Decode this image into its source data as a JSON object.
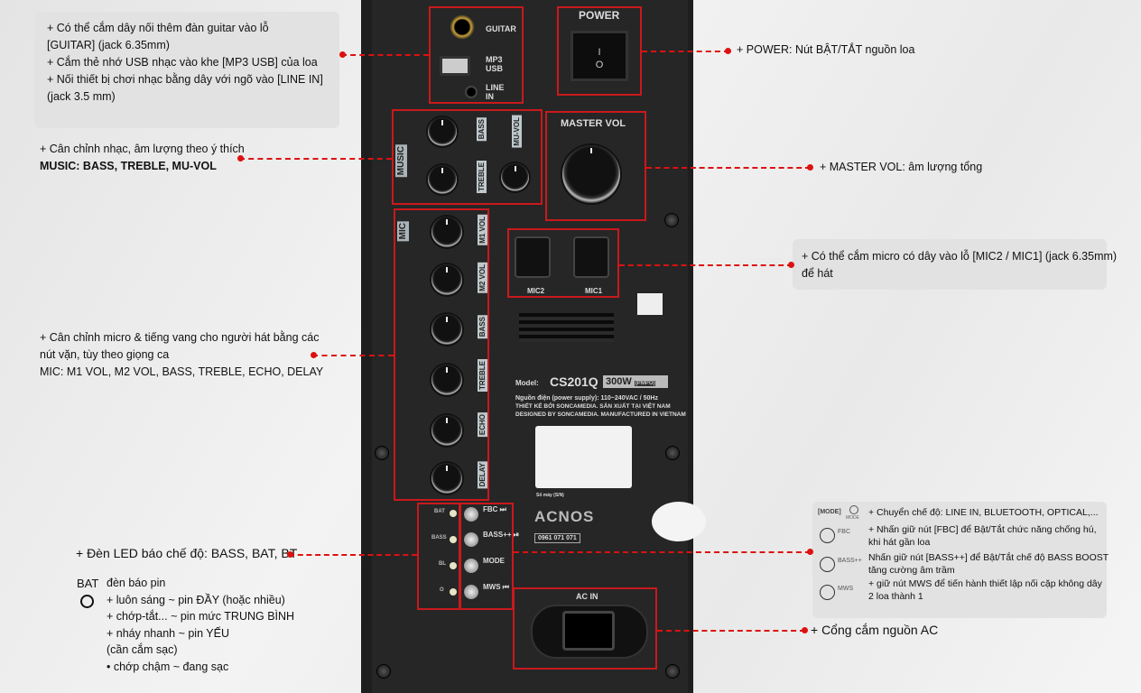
{
  "annotations": {
    "inputs": [
      "+ Có thể cắm dây nối thêm đàn guitar vào lỗ",
      "[GUITAR] (jack 6.35mm)",
      "+ Cắm thẻ nhớ USB nhạc vào khe [MP3 USB] của loa",
      "+ Nối thiết bị chơi nhạc bằng dây với ngõ vào [LINE IN]",
      "(jack 3.5 mm)"
    ],
    "power": "+ POWER: Nút BẬT/TẮT nguồn loa",
    "music": [
      "+ Cân chỉnh nhạc, âm lượng theo ý thích",
      "MUSIC: BASS, TREBLE, MU-VOL"
    ],
    "master": "+ MASTER VOL: âm lượng tổng",
    "mic_jack": [
      "+ Có thể cắm micro có dây vào lỗ [MIC2 / MIC1] (jack 6.35mm)",
      "để hát"
    ],
    "mic": [
      "+ Cân chỉnh micro & tiếng vang cho người hát bằng các",
      "nút vặn, tùy theo giọng ca",
      "MIC: M1 VOL, M2 VOL, BASS, TREBLE, ECHO, DELAY"
    ],
    "led": "+ Đèn LED báo chế độ: BASS, BAT, BT",
    "bat": {
      "title": "BAT",
      "lines": [
        "đèn báo pin",
        "+ luôn sáng ~ pin ĐẦY (hoặc nhiều)",
        "+ chớp-tắt... ~ pin mức TRUNG BÌNH",
        "+ nháy nhanh ~ pin YẾU",
        "(cần cắm sạc)",
        "• chớp chậm ~ đang sạc"
      ]
    },
    "buttons": {
      "mode_tag": "[MODE]",
      "mode_icon_lbl": "MODE",
      "fbc": "FBC",
      "bass": "BASS++",
      "mws": "MWS",
      "lines": [
        "+ Chuyển chế độ: LINE IN, BLUETOOTH, OPTICAL,...",
        "+ Nhấn giữ nút [FBC] để Bật/Tắt chức năng chống hú,",
        "khi hát gần loa",
        "Nhấn giữ nút [BASS++] để Bật/Tắt chế độ BASS BOOST",
        "tăng cường âm trầm",
        "+ giữ nút MWS để tiến hành thiết lập nối cặp không dây",
        "2 loa thành 1"
      ]
    },
    "ac": "+ Cổng cắm nguồn AC"
  },
  "panel": {
    "guitar": "GUITAR",
    "mp3": "MP3",
    "usb": "USB",
    "line": "LINE",
    "in": "IN",
    "power": "POWER",
    "power_on": "I",
    "power_off": "O",
    "music": "MUSIC",
    "bass": "BASS",
    "treble": "TREBLE",
    "muvol": "MU-VOL",
    "master": "MASTER VOL",
    "mic": "MIC",
    "mic_knobs": [
      "M1 VOL",
      "M2 VOL",
      "BASS",
      "TREBLE",
      "ECHO",
      "DELAY"
    ],
    "mic2": "MIC2",
    "mic1": "MIC1",
    "model_lbl": "Model:",
    "model": "CS201Q",
    "watt": "300W",
    "pmpo": "(PMPO)",
    "supply": "Nguồn điện (power supply): 110~240VAC / 50Hz",
    "design_vn": "THIẾT KẾ BỞI SONCAMEDIA. SẢN XUẤT TẠI VIỆT NAM",
    "design_en": "DESIGNED BY SONCAMEDIA. MANUFACTURED IN VIETNAM",
    "serial": "Số máy (S/N)",
    "brand": "ACNOS",
    "hotline": "0961 071 071",
    "leds": [
      "BAT",
      "BASS",
      "BL",
      "O"
    ],
    "btns": [
      "FBC ⏭",
      "BASS++ ⏯",
      "MODE",
      "MWS ⏮"
    ],
    "acin": "AC IN"
  }
}
